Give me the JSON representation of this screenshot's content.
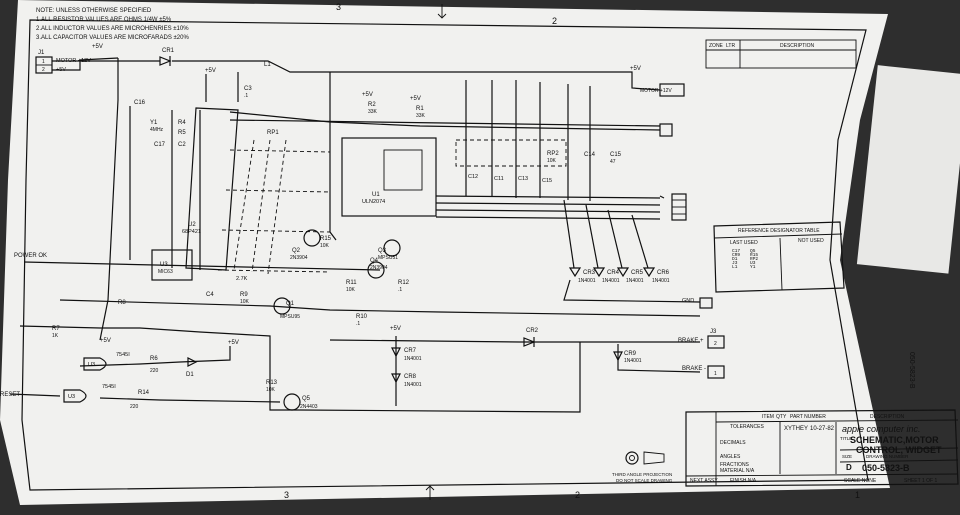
{
  "notes": [
    "NOTE: UNLESS OTHERWISE SPECIFIED",
    "1.ALL RESISTOR VALUES ARE OHMS 1/4W ±5%",
    "2.ALL INDUCTOR VALUES ARE MICROHENRIES ±10%",
    "3.ALL CAPACITOR VALUES ARE MICROFARADS ±20%"
  ],
  "zone_marks": {
    "top": [
      "3",
      "2"
    ],
    "bottom": [
      "3",
      "2",
      "1"
    ]
  },
  "connectors": {
    "J1": "J1",
    "J1_label": "MOTOR +12V",
    "J1_pins": [
      "1",
      "2"
    ],
    "J2": "J2",
    "J3": "J3",
    "J3_pins": [
      "1",
      "2"
    ],
    "motor_plus": "MOTOR +12V"
  },
  "power_labels": {
    "p5v": "+5V",
    "gnd": "GND",
    "power_ok": "POWER OK"
  },
  "parts": {
    "CR1": "CR1",
    "L1": "L1",
    "C3": "C3",
    "C3_val": ".1",
    "C16": "C16",
    "Y1": "Y1",
    "Y1_val": "4MHz",
    "C17": "C17",
    "R4": "R4",
    "R5": "R5",
    "C2": "C2",
    "U2": "U2",
    "U2_part": "68P421",
    "U1": "U1",
    "U1_part": "ULN2074",
    "RP1": "RP1",
    "RP2": "RP2",
    "RP2_val": "10K",
    "C14": "C14",
    "C15": "C15",
    "C15_val": "47",
    "R2": "R2",
    "R1": "R1",
    "R_val_33k": "33K",
    "Q2": "Q2",
    "Q2_part": "2N3904",
    "R15": "R15",
    "R15_val": "10K",
    "Q3": "Q3",
    "Q3_part": "MPSU51",
    "Q4": "Q4",
    "Q4_part": "2N3904",
    "R11": "R11",
    "R11_val": "10K",
    "R12": "R12",
    "R12_val": ".1",
    "U3_timer": "U3",
    "U3_timer_part": "MIC63",
    "R8": "R8",
    "R7": "R7",
    "R7_val": "1K",
    "R9": "R9",
    "R9_val": "10K",
    "C4": "C4",
    "Q1": "Q1",
    "Q1_part": "MPSU95",
    "R10": "R10",
    "R10_val": ".1",
    "CR2": "CR2",
    "CR3": "CR3",
    "CR4": "CR4",
    "CR5": "CR5",
    "CR6": "CR6",
    "CR7": "CR7",
    "CR8": "CR8",
    "CR9": "CR9",
    "diode_part": "1N4001",
    "R6": "R6",
    "R6_val": "220",
    "D1": "D1",
    "U3a": "U3",
    "U3b": "U3",
    "gate_part": "7545I",
    "R13": "R13",
    "R13_val": "10K",
    "R14": "R14",
    "R14_val": "220",
    "Q5": "Q5",
    "Q5_part": "2N4403",
    "C12": "C12",
    "C11": "C11",
    "C13": "C13",
    "C15b": "C15",
    "brake_plus": "BRAKE +",
    "brake_minus": "BRAKE -",
    "reset": "RESET",
    "R_2_7k": "2.7K"
  },
  "revision_block": {
    "headers": [
      "ZONE",
      "LTR",
      "DESCRIPTION"
    ]
  },
  "reference_table": {
    "title": "REFERENCE DESIGNATOR TABLE",
    "headers": [
      "LAST USED",
      "NOT USED"
    ],
    "rows": [
      "C17",
      "CR9",
      "D1",
      "J3",
      "L1",
      "Q5",
      "R15",
      "RP2",
      "U3",
      "Y1"
    ]
  },
  "title_block": {
    "company": "apple computer inc.",
    "title_line1": "SCHEMATIC,MOTOR",
    "title_line2": "CONTROL, WIDGET",
    "size_label": "SIZE",
    "size": "D",
    "drawing_number_label": "DRAWING NUMBER",
    "drawing_number": "050-5823-B",
    "scale": "SCALE NONE",
    "sheet": "SHEET 1 OF 1",
    "material": "MATERIAL N/A",
    "finish": "FINISH N/A",
    "next_assy": "NEXT ASSY",
    "date": "10-27-82",
    "item_headers": [
      "ITEM",
      "QTY",
      "PART NUMBER",
      "DESCRIPTION"
    ],
    "tolerances": "TOLERANCES",
    "decimals": "DECIMALS",
    "angles": "ANGLES",
    "fractions": "FRACTIONS",
    "drawn_by": "XYTHEY",
    "projection": "THIRD ANGLE PROJECTION",
    "no_scale": "DO NOT SCALE DRAWING",
    "title_label": "TITLE",
    "doc_label": "DESCRIPTION"
  },
  "side_stamp": "050-5823-B"
}
